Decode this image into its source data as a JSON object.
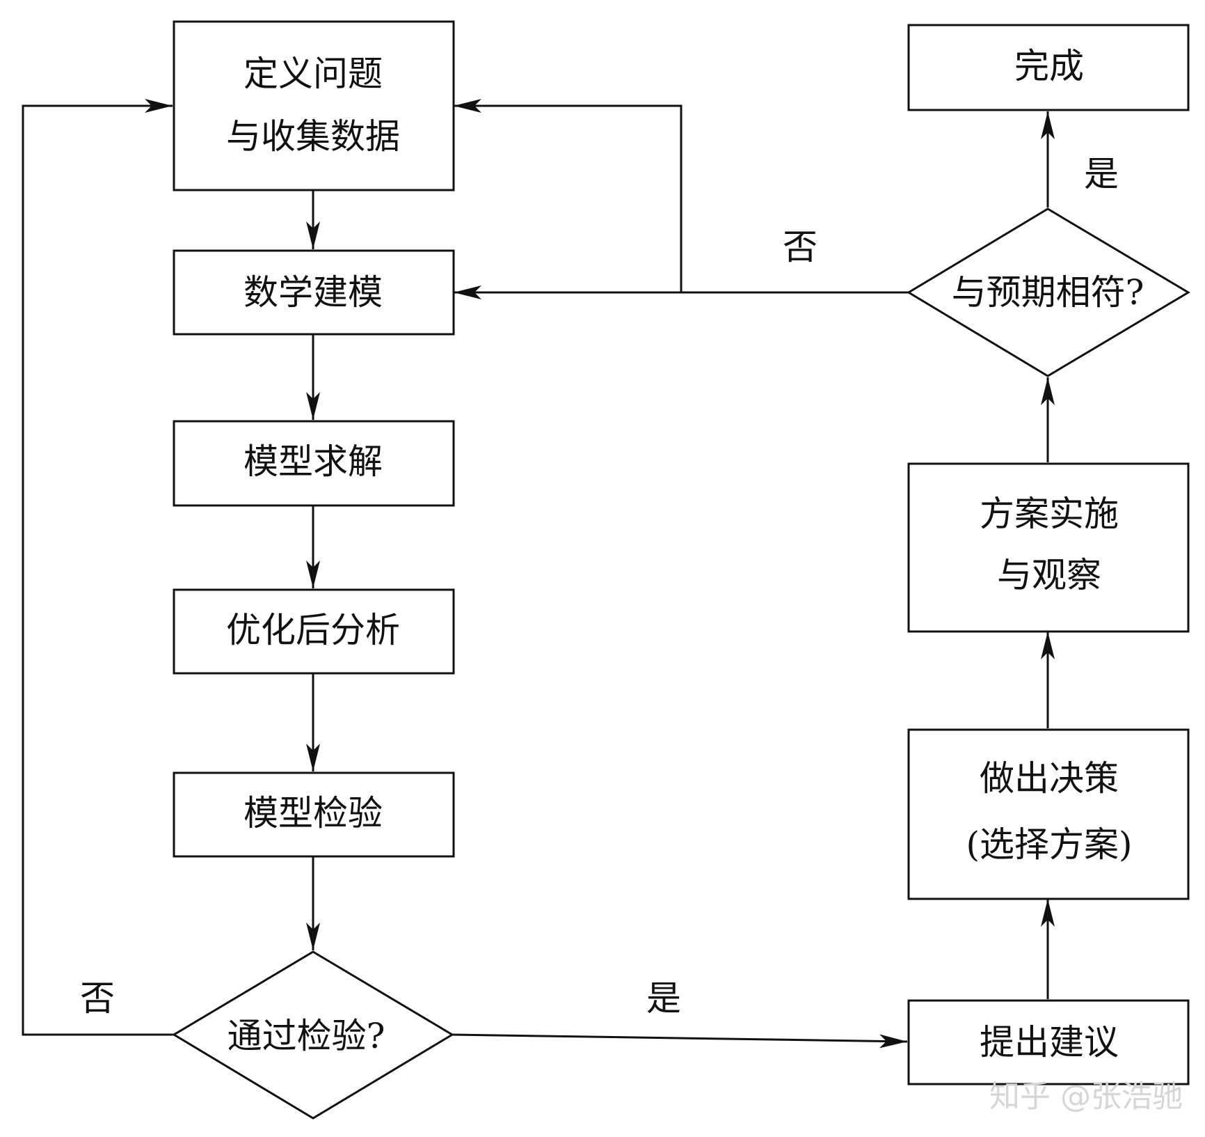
{
  "nodes": {
    "define": [
      "定义问题",
      "与收集数据"
    ],
    "model": [
      "数学建模"
    ],
    "solve": [
      "模型求解"
    ],
    "analyze": [
      "优化后分析"
    ],
    "verify": [
      "模型检验"
    ],
    "pass": [
      "通过检验?"
    ],
    "suggest": [
      "提出建议"
    ],
    "decide": [
      "做出决策",
      "(选择方案)"
    ],
    "implement": [
      "方案实施",
      "与观察"
    ],
    "expect": [
      "与预期相符?"
    ],
    "done": [
      "完成"
    ]
  },
  "edge_labels": {
    "pass_no": "否",
    "pass_yes": "是",
    "expect_no": "否",
    "expect_yes": "是"
  },
  "watermark": "知乎 @张浩驰"
}
